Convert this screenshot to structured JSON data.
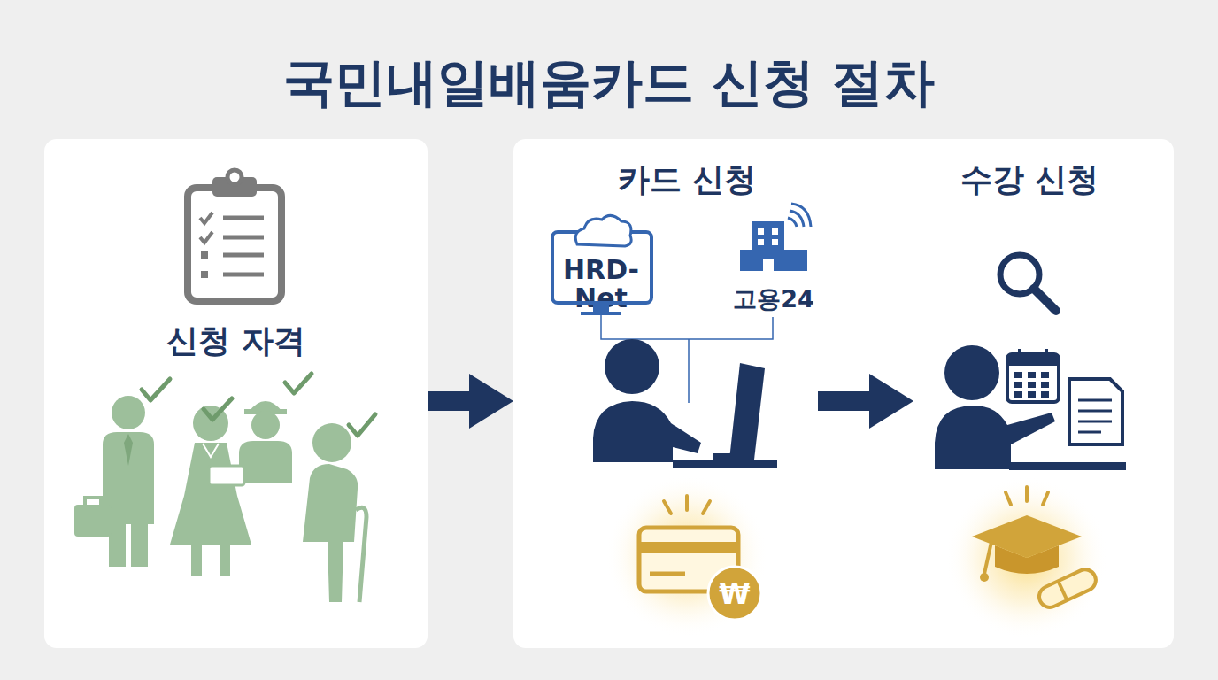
{
  "diagram": {
    "title": "국민내일배움카드 신청 절차",
    "nodes": [
      {
        "text": [
          "신청 자격"
        ]
      },
      {
        "text": [
          "카드 신청"
        ]
      },
      {
        "text": [
          "HRD-Net"
        ],
        "in": 1
      },
      {
        "text": [
          "고용24"
        ],
        "in": 1
      },
      {
        "text": [
          "수강 신청"
        ]
      }
    ],
    "edges": [
      {
        "from": 0,
        "to": 1,
        "arrow": "to"
      },
      {
        "from": 1,
        "to": 4,
        "arrow": "to"
      }
    ],
    "labels": [
      "₩"
    ]
  }
}
